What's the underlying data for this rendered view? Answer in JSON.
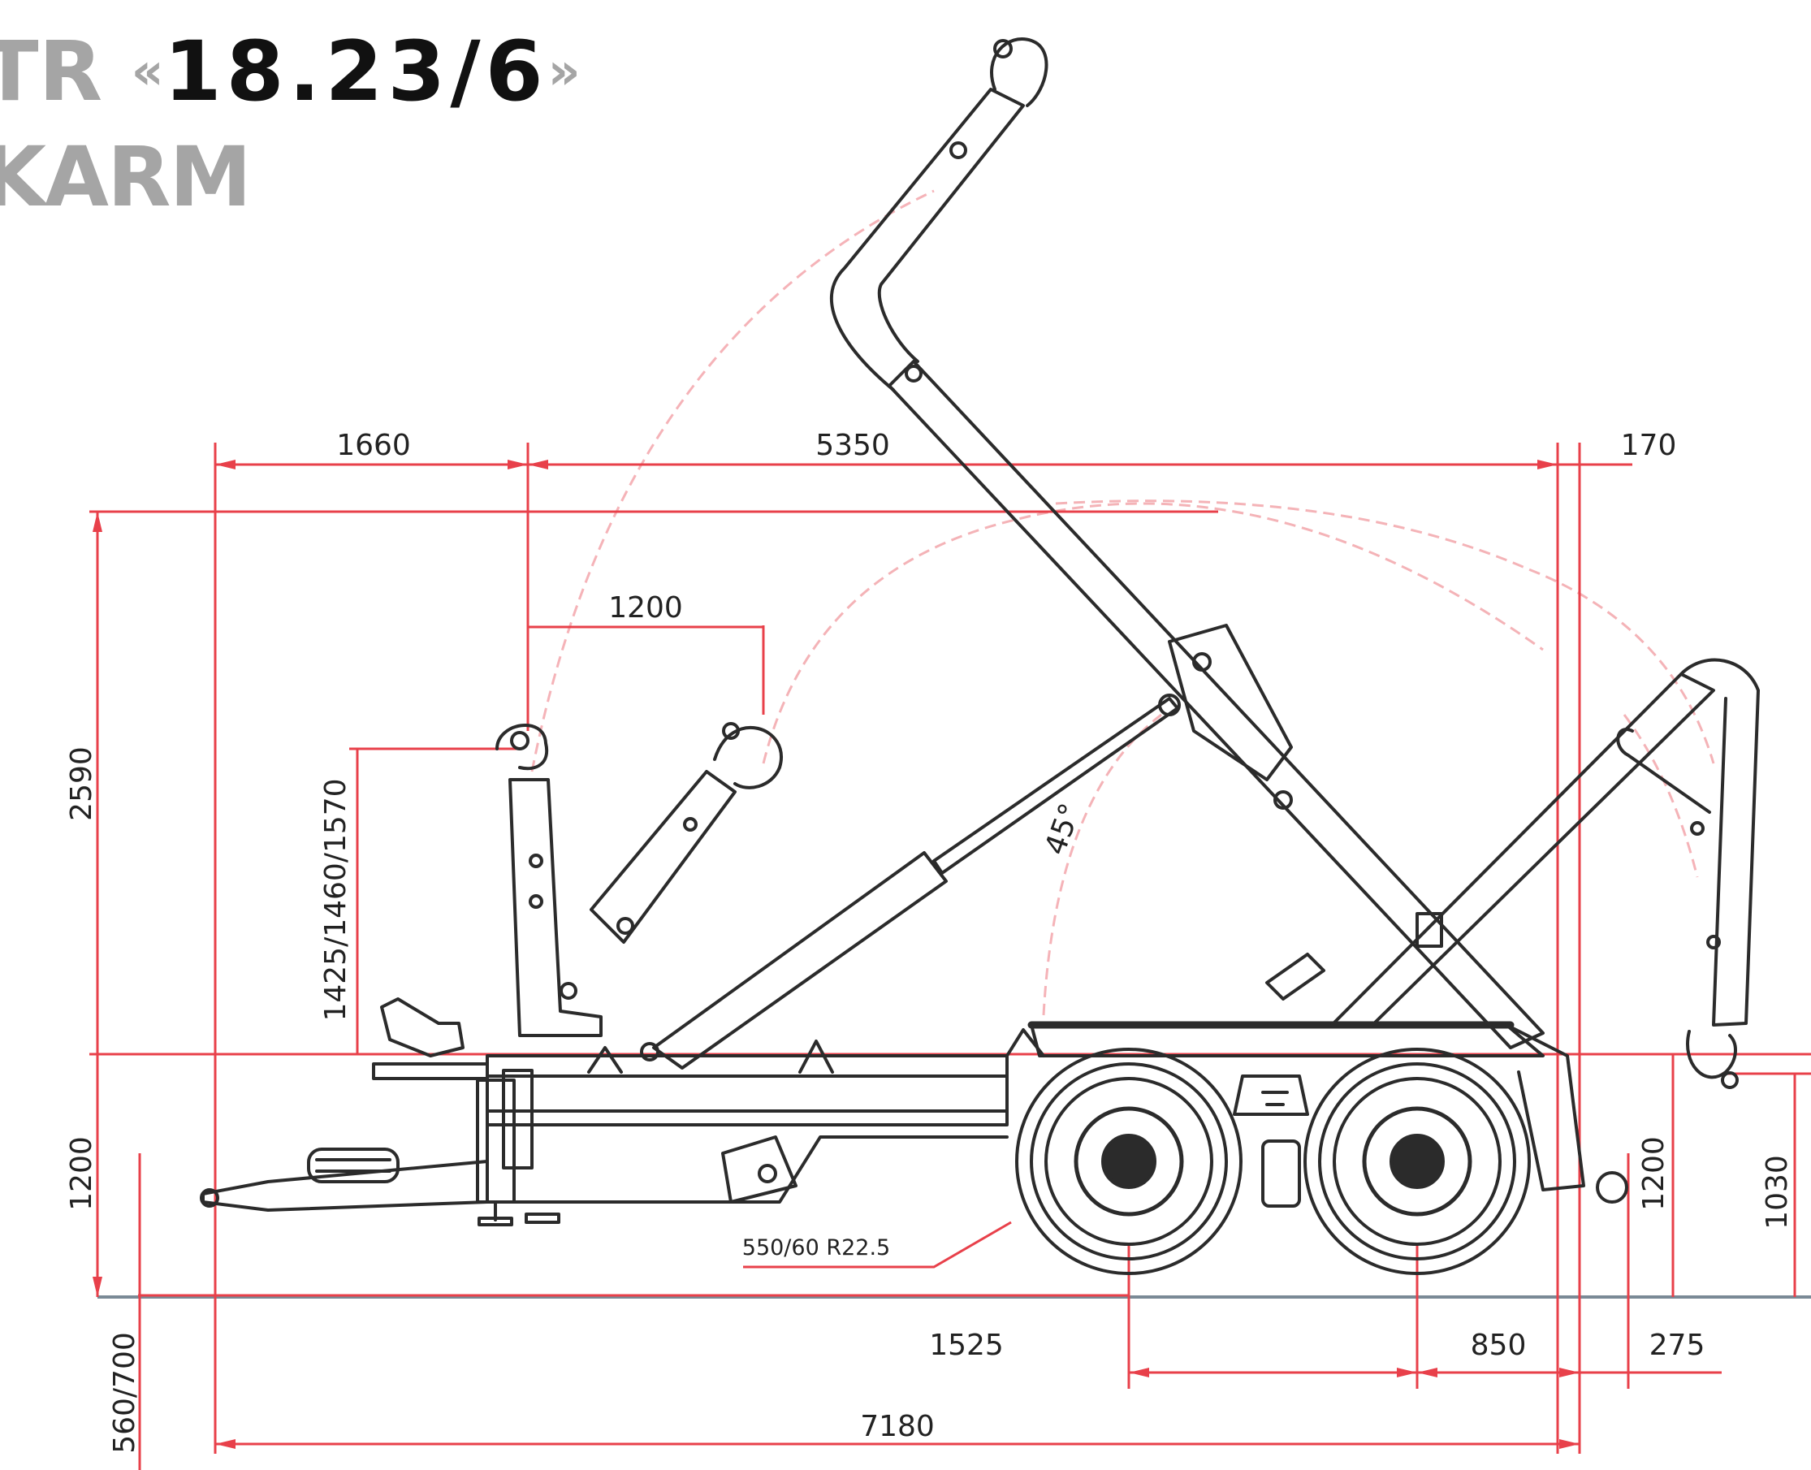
{
  "title": {
    "line1_prefix": "TR",
    "open_quote": "«",
    "model": "18.23/6",
    "close_quote": "»",
    "line2": "KARM"
  },
  "dimensions": {
    "d1660": "1660",
    "d5350": "5350",
    "d170": "170",
    "d1200_top": "1200",
    "d2590": "2590",
    "d1425": "1425/1460/1570",
    "d1200_left": "1200",
    "d560": "560/700",
    "d1200_right": "1200",
    "d1030": "1030",
    "d1525": "1525",
    "d850": "850",
    "d275": "275",
    "d7180": "7180",
    "angle": "45°",
    "tyre": "550/60 R22.5"
  },
  "colors": {
    "dimension_red": "#e8404a",
    "outline_dark": "#2b2b2b",
    "title_gray": "#a5a5a5",
    "title_dark": "#111111"
  }
}
